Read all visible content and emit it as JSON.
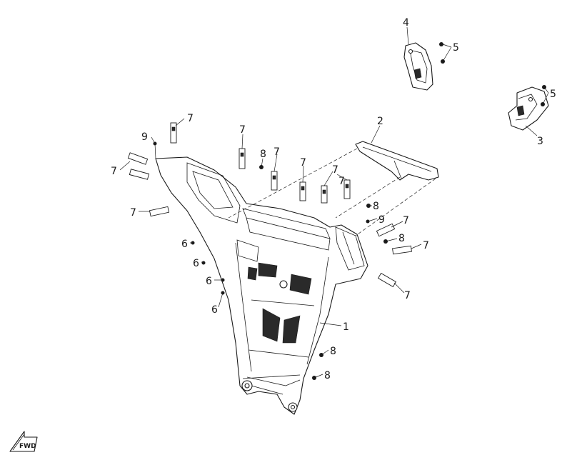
{
  "callouts": {
    "c1": "1",
    "c2": "2",
    "c3": "3",
    "c4": "4",
    "c5a": "5",
    "c5b": "5",
    "c6a": "6",
    "c6b": "6",
    "c6c": "6",
    "c6d": "6",
    "c7a": "7",
    "c7b": "7",
    "c7c": "7",
    "c7d": "7",
    "c7e": "7",
    "c7f": "7",
    "c7g": "7",
    "c7h": "7",
    "c7i": "7",
    "c7j": "7",
    "c7k": "7",
    "c8a": "8",
    "c8b": "8",
    "c8c": "8",
    "c8d": "8",
    "c8e": "8",
    "c9a": "9",
    "c9b": "9"
  },
  "fwd_indicator": "FWD",
  "colors": {
    "line": "#1a1a1a",
    "background": "#ffffff"
  }
}
